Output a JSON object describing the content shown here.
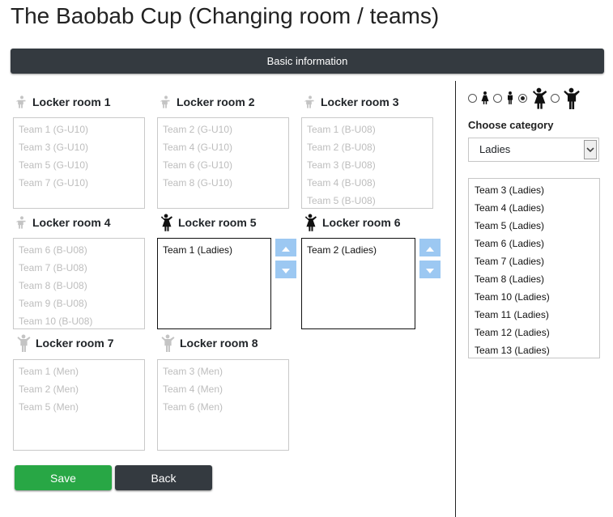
{
  "title": "The Baobab Cup (Changing room / teams)",
  "info_bar": "Basic information",
  "rooms": [
    {
      "name": "Locker room 1",
      "state": "inactive",
      "icon": "child-icon",
      "teams": [
        "Team 1 (G-U10)",
        "Team 3 (G-U10)",
        "Team 5 (G-U10)",
        "Team 7 (G-U10)"
      ]
    },
    {
      "name": "Locker room 2",
      "state": "inactive",
      "icon": "child-icon",
      "teams": [
        "Team 2 (G-U10)",
        "Team 4 (G-U10)",
        "Team 6 (G-U10)",
        "Team 8 (G-U10)"
      ]
    },
    {
      "name": "Locker room 3",
      "state": "inactive",
      "icon": "child-icon",
      "teams": [
        "Team 1 (B-U08)",
        "Team 2 (B-U08)",
        "Team 3 (B-U08)",
        "Team 4 (B-U08)",
        "Team 5 (B-U08)"
      ]
    },
    {
      "name": "Locker room 4",
      "state": "inactive",
      "icon": "child-icon",
      "teams": [
        "Team 6 (B-U08)",
        "Team 7 (B-U08)",
        "Team 8 (B-U08)",
        "Team 9 (B-U08)",
        "Team 10 (B-U08)"
      ]
    },
    {
      "name": "Locker room 5",
      "state": "active",
      "icon": "woman-icon",
      "teams": [
        "Team 1 (Ladies)"
      ]
    },
    {
      "name": "Locker room 6",
      "state": "active",
      "icon": "woman-icon",
      "teams": [
        "Team 2 (Ladies)"
      ]
    },
    {
      "name": "Locker room 7",
      "state": "inactive",
      "icon": "man-icon",
      "teams": [
        "Team 1 (Men)",
        "Team 2 (Men)",
        "Team 5 (Men)"
      ]
    },
    {
      "name": "Locker room 8",
      "state": "inactive",
      "icon": "man-icon",
      "teams": [
        "Team 3 (Men)",
        "Team 4 (Men)",
        "Team 6 (Men)"
      ]
    }
  ],
  "filter": {
    "options": [
      "girl-icon",
      "boy-icon",
      "woman-icon",
      "man-icon"
    ],
    "selected": "woman-icon",
    "label": "Choose category",
    "selected_category": "Ladies"
  },
  "pool_teams": [
    "Team 3 (Ladies)",
    "Team 4 (Ladies)",
    "Team 5 (Ladies)",
    "Team 6 (Ladies)",
    "Team 7 (Ladies)",
    "Team 8 (Ladies)",
    "Team 10 (Ladies)",
    "Team 11 (Ladies)",
    "Team 12 (Ladies)",
    "Team 13 (Ladies)"
  ],
  "buttons": {
    "save": "Save",
    "back": "Back"
  },
  "colors": {
    "header_bar": "#343a40",
    "save": "#28a745",
    "back": "#343a40",
    "arrow": "#9cc8f2",
    "inactive_text": "#bdbdbd"
  }
}
